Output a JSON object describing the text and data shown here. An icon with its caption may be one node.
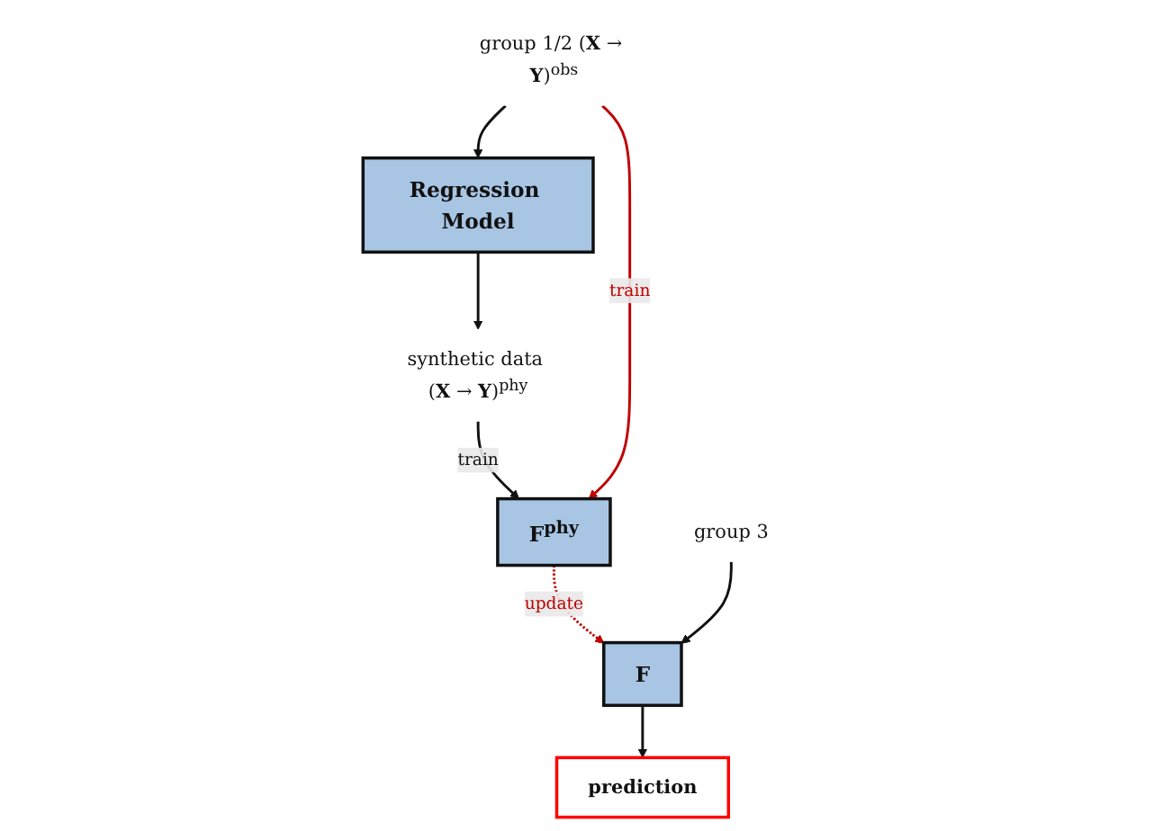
{
  "diagram": {
    "nodes": [
      {
        "text": [
          "synthetic data (**X** → **Y**)$^{phy}$"
        ]
      },
      {
        "text": [
          "Regression Model"
        ]
      },
      {
        "text": [
          "F$^{phy}$"
        ]
      },
      {
        "text": [
          "group 1/2 (**X** → **Y**)$^{obs}$"
        ]
      },
      {
        "text": [
          "group 3"
        ]
      },
      {
        "text": [
          "F"
        ]
      },
      {
        "text": [
          "prediction"
        ]
      }
    ],
    "edges": [
      {
        "from": 1,
        "to": 0,
        "arrow": "to"
      },
      {
        "from": 0,
        "to": 2,
        "arrow": "to",
        "label": "train"
      },
      {
        "from": 3,
        "to": 1,
        "arrow": "to"
      },
      {
        "from": 3,
        "to": 2,
        "arrow": "to",
        "label": "train",
        "color": "#c00000"
      },
      {
        "from": 2,
        "to": 5,
        "arrow": "to",
        "label": "update",
        "style": "dashed",
        "color": "#c00000"
      },
      {
        "from": 4,
        "to": 5,
        "arrow": "to"
      },
      {
        "from": 5,
        "to": 6,
        "arrow": "to"
      }
    ]
  }
}
